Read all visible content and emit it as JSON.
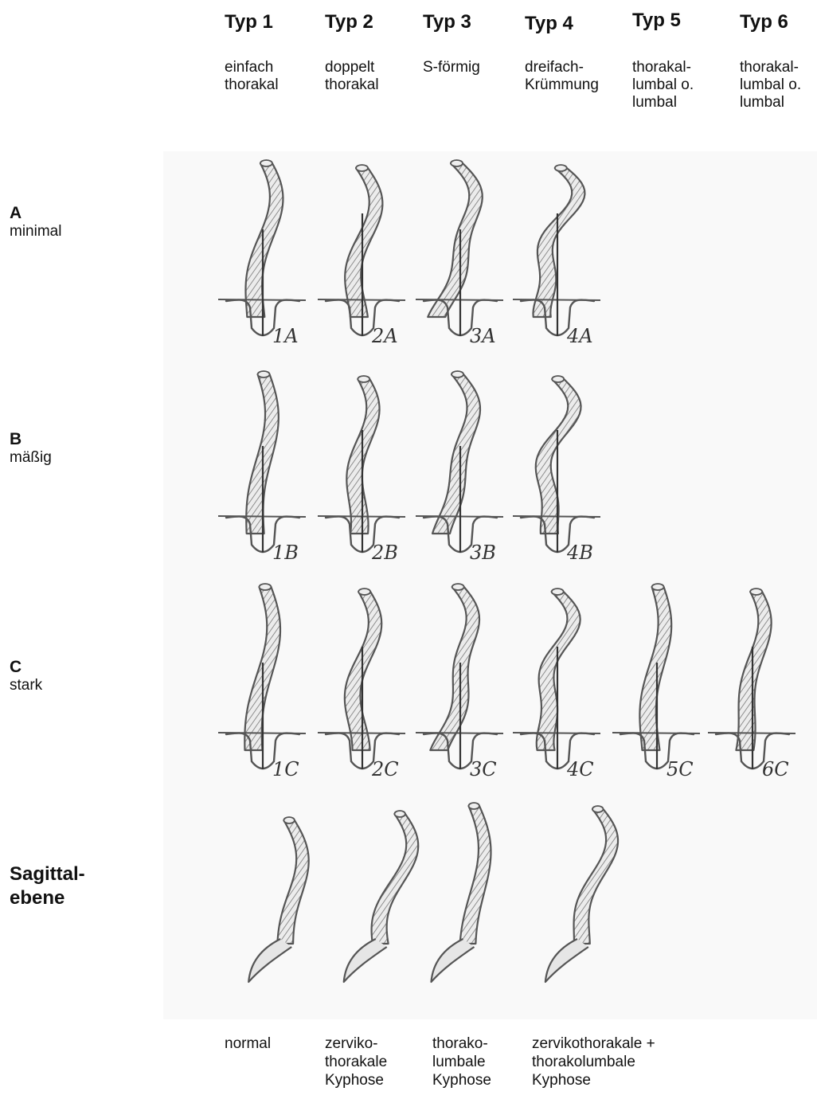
{
  "types": [
    {
      "title": "Typ 1",
      "desc": "einfach\nthorakal"
    },
    {
      "title": "Typ 2",
      "desc": "doppelt\nthorakal"
    },
    {
      "title": "Typ 3",
      "desc": "S-förmig"
    },
    {
      "title": "Typ 4",
      "desc": "dreifach-\nKrümmung"
    },
    {
      "title": "Typ 5",
      "desc": "thorakal-\nlumbal o.\nlumbal"
    },
    {
      "title": "Typ 6",
      "desc": "thorakal-\nlumbal o.\nlumbal"
    }
  ],
  "rows": [
    {
      "letter": "A",
      "desc": "minimal"
    },
    {
      "letter": "B",
      "desc": "mäßig"
    },
    {
      "letter": "C",
      "desc": "stark"
    }
  ],
  "sagittal": {
    "label": "Sagittal-\nebene"
  },
  "captions": [
    "normal",
    "zerviko-\nthorakale\nKyphose",
    "thorako-\nlumbale\nKyphose",
    "zervikothorakale +\nthorakolumbale\nKyphose"
  ],
  "tags": {
    "A": [
      "1A",
      "2A",
      "3A",
      "4A"
    ],
    "B": [
      "1B",
      "2B",
      "3B",
      "4B"
    ],
    "C": [
      "1C",
      "2C",
      "3C",
      "4C",
      "5C",
      "6C"
    ]
  },
  "colors": {
    "pencil": "#555555",
    "shade": "#cfcfcf",
    "paper": "#f9f9f9"
  }
}
